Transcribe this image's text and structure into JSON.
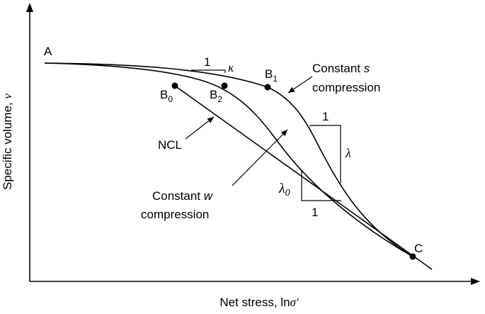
{
  "axes": {
    "x_label_prefix": "Net stress, ln",
    "x_label_symbol": "σ′",
    "y_label_prefix": "Specific volume, ",
    "y_label_symbol": "v"
  },
  "points": {
    "A": "A",
    "B0_main": "B",
    "B0_sub": "0",
    "B2_main": "B",
    "B2_sub": "2",
    "B1_main": "B",
    "B1_sub": "1",
    "C": "C"
  },
  "curves": {
    "ncl": "NCL",
    "const_s_line1_prefix": "Constant ",
    "const_s_symbol": "s",
    "const_s_line2": "compression",
    "const_w_line1_prefix": "Constant ",
    "const_w_symbol": "w",
    "const_w_line2": "compression"
  },
  "slopes": {
    "kappa_run": "1",
    "kappa": "κ",
    "lambda_run": "1",
    "lambda": "λ",
    "lambda0_run": "1",
    "lambda0_main": "λ",
    "lambda0_sub": "0"
  }
}
